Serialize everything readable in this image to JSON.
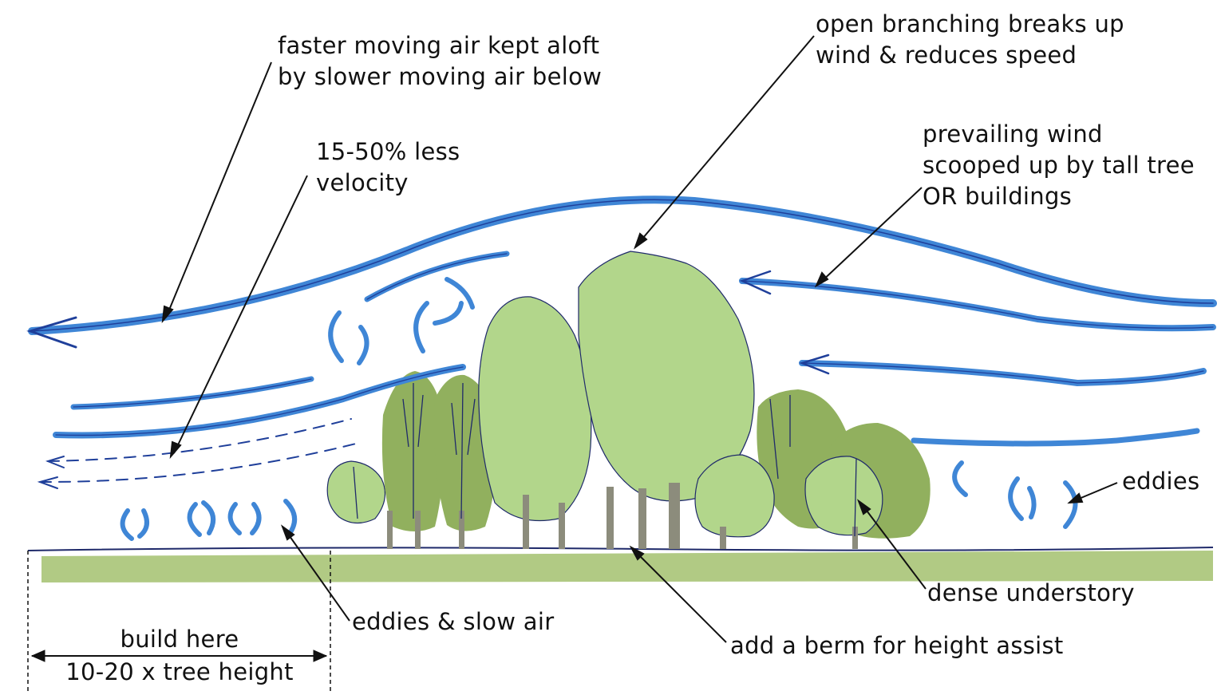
{
  "labels": {
    "faster_air": [
      "faster moving air kept aloft",
      "by slower moving air below"
    ],
    "less_velocity": [
      "15-50% less",
      "velocity"
    ],
    "open_branching": [
      "open branching breaks up",
      "wind & reduces speed"
    ],
    "prevailing_wind": [
      "prevailing wind",
      "scooped up by tall tree",
      "OR buildings"
    ],
    "eddies_right": "eddies",
    "dense_understory": "dense understory",
    "eddies_slow_air": "eddies & slow air",
    "berm": "add a berm for height assist",
    "build_here": "build here",
    "build_distance": "10-20 x tree height"
  },
  "colors": {
    "wind": "#3f86d6",
    "wind_edge": "#1f3f9a",
    "foliage_light": "#b2d68b",
    "foliage_dark": "#91b05e",
    "ground": "#a9c477",
    "trunk": "#8c8c7c",
    "ink": "#1a1a2a"
  }
}
